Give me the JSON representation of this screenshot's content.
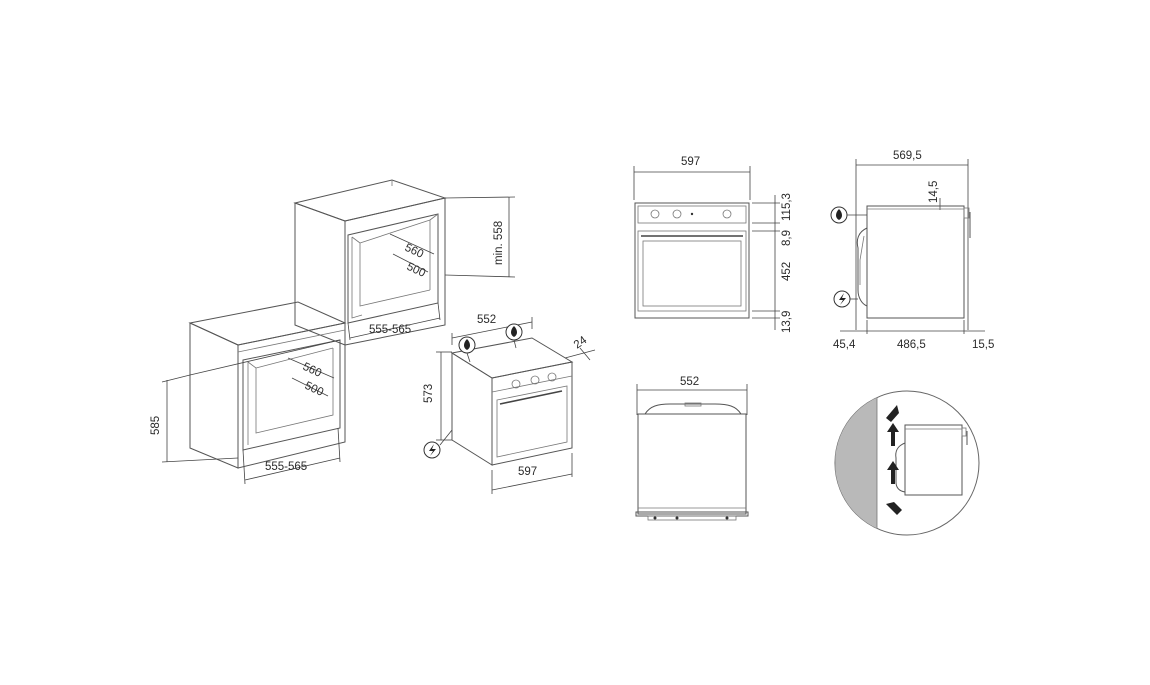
{
  "isometric": {
    "column_depth_1": "560",
    "column_depth_2": "500",
    "column_height": "min. 558",
    "column_width": "555-565",
    "base_depth_1": "560",
    "base_depth_2": "500",
    "base_height": "585",
    "base_width": "555-565",
    "oven_top_width": "552",
    "oven_height": "573",
    "oven_front_width": "597",
    "oven_front_depth": "24"
  },
  "front_view": {
    "width": "597",
    "panel_height": "115,3",
    "gap": "8,9",
    "door_height": "452",
    "bottom": "13,9"
  },
  "side_view": {
    "total_depth": "569,5",
    "top": "14,5",
    "front": "45,4",
    "body": "486,5",
    "rear": "15,5"
  },
  "top_view": {
    "width": "552"
  },
  "icons": {
    "gas": "flame-icon",
    "electric": "lightning-icon"
  }
}
